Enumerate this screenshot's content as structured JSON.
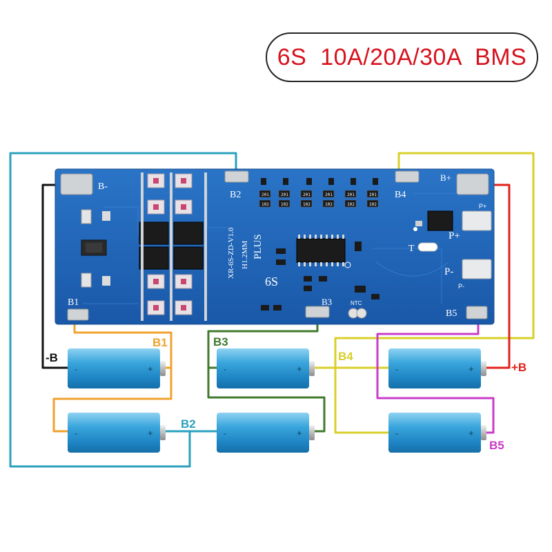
{
  "title": "6S  10A/20A/30A  BMS",
  "board": {
    "model": "XR-6S-ZD-V1.0",
    "thickness": "H1.2MM",
    "series_label": "6S",
    "brand": "PLUS",
    "pads": {
      "b_minus": "B-",
      "b_plus": "B+",
      "b1": "B1",
      "b2": "B2",
      "b3": "B3",
      "b4": "B4",
      "b5": "B5",
      "p_plus": "P+",
      "p_minus": "P-",
      "p_plus_small": "P+",
      "p_minus_small": "P-",
      "t": "T",
      "ntc": "NTC"
    },
    "resistor_codes": [
      "201",
      "201",
      "201",
      "201",
      "201",
      "201",
      "102",
      "102",
      "102",
      "102",
      "102",
      "102"
    ]
  },
  "wire_labels": {
    "neg_b": "-B",
    "pos_b": "+B",
    "b1": "B1",
    "b2": "B2",
    "b3": "B3",
    "b4": "B4",
    "b5": "B5"
  },
  "battery_terminals": {
    "minus": "-",
    "plus": "+"
  },
  "colors": {
    "title_text": "#d6121e",
    "board": "#1d63b8",
    "wire_black": "#111111",
    "wire_b1": "#f0a22c",
    "wire_b2": "#2aa0bd",
    "wire_b3": "#3f7a2b",
    "wire_b4": "#d8cf2a",
    "wire_b5": "#c93bc9",
    "wire_b_plus": "#e0221b",
    "battery": "#2f9ad6"
  }
}
